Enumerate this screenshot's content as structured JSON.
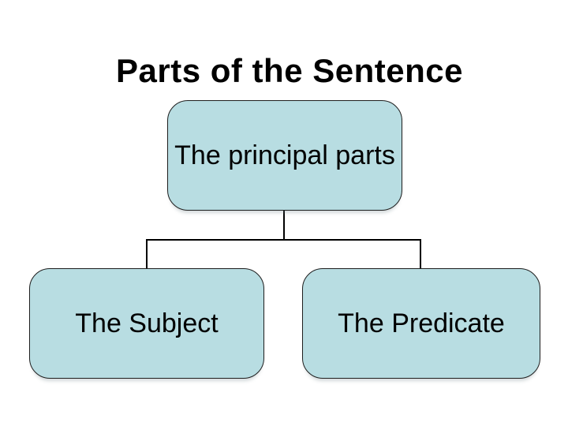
{
  "slide": {
    "title": "Parts of the Sentence"
  },
  "diagram": {
    "root": {
      "label": "The principal parts"
    },
    "children": [
      {
        "label": "The Subject"
      },
      {
        "label": "The Predicate"
      }
    ]
  },
  "colors": {
    "background": "#ffffff",
    "box_fill": "#b8dde2",
    "box_border": "#1e1e1e",
    "connector": "#000000",
    "text": "#000000"
  }
}
